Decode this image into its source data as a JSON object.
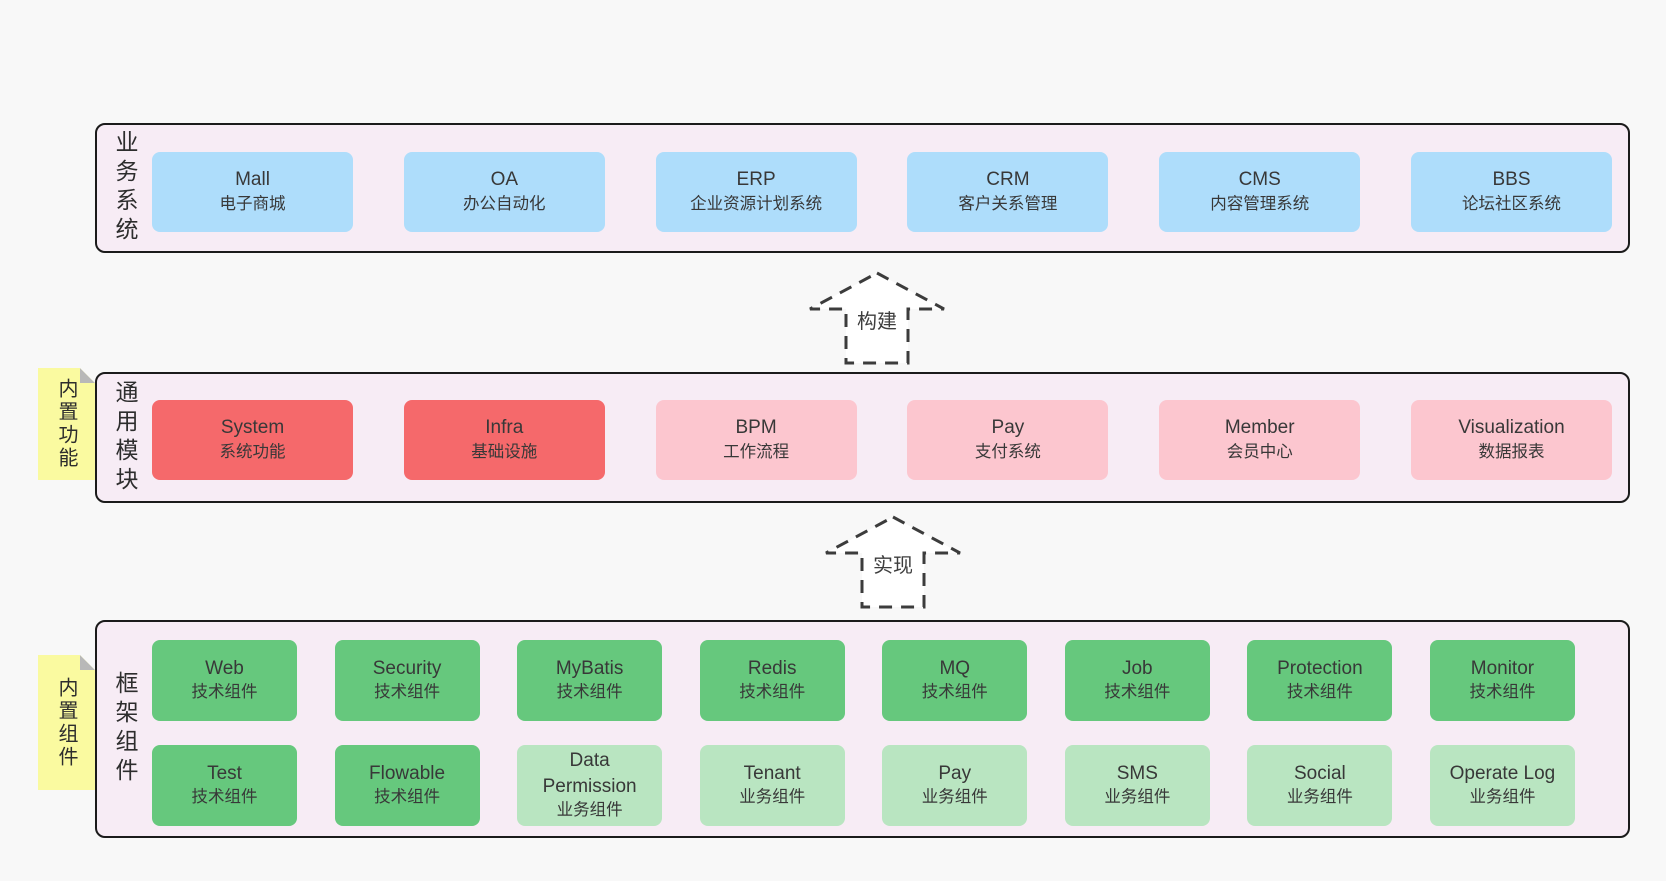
{
  "colors": {
    "page_bg": "#f8f8f8",
    "panel_bg": "#f7ecf5",
    "panel_border": "#1b1b1b",
    "blue_box": "#aeddfb",
    "red_box": "#f5696b",
    "pink_box": "#fcc6cf",
    "green_box": "#66c87d",
    "light_green_box": "#b9e5c1",
    "sticky_yellow": "#fafaa0",
    "sticky_fold_gray": "#b8b8b8",
    "text": "#383838"
  },
  "arrows": {
    "build": "构建",
    "implement": "实现"
  },
  "sections": {
    "business": {
      "label": "业务系统",
      "boxes": [
        {
          "name": "Mall",
          "desc": "电子商城"
        },
        {
          "name": "OA",
          "desc": "办公自动化"
        },
        {
          "name": "ERP",
          "desc": "企业资源计划系统"
        },
        {
          "name": "CRM",
          "desc": "客户关系管理"
        },
        {
          "name": "CMS",
          "desc": "内容管理系统"
        },
        {
          "name": "BBS",
          "desc": "论坛社区系统"
        }
      ]
    },
    "modules": {
      "label": "通用模块",
      "tab": "内置功能",
      "boxes": [
        {
          "name": "System",
          "desc": "系统功能",
          "variant": "red"
        },
        {
          "name": "Infra",
          "desc": "基础设施",
          "variant": "red"
        },
        {
          "name": "BPM",
          "desc": "工作流程",
          "variant": "pink"
        },
        {
          "name": "Pay",
          "desc": "支付系统",
          "variant": "pink"
        },
        {
          "name": "Member",
          "desc": "会员中心",
          "variant": "pink"
        },
        {
          "name": "Visualization",
          "desc": "数据报表",
          "variant": "pink"
        }
      ]
    },
    "framework": {
      "label": "框架组件",
      "tab": "内置组件",
      "rows": [
        [
          {
            "name": "Web",
            "desc": "技术组件",
            "variant": "green"
          },
          {
            "name": "Security",
            "desc": "技术组件",
            "variant": "green"
          },
          {
            "name": "MyBatis",
            "desc": "技术组件",
            "variant": "green"
          },
          {
            "name": "Redis",
            "desc": "技术组件",
            "variant": "green"
          },
          {
            "name": "MQ",
            "desc": "技术组件",
            "variant": "green"
          },
          {
            "name": "Job",
            "desc": "技术组件",
            "variant": "green"
          },
          {
            "name": "Protection",
            "desc": "技术组件",
            "variant": "green"
          },
          {
            "name": "Monitor",
            "desc": "技术组件",
            "variant": "green"
          }
        ],
        [
          {
            "name": "Test",
            "desc": "技术组件",
            "variant": "green"
          },
          {
            "name": "Flowable",
            "desc": "技术组件",
            "variant": "green"
          },
          {
            "name": "Data Permission",
            "desc": "业务组件",
            "variant": "lightgreen"
          },
          {
            "name": "Tenant",
            "desc": "业务组件",
            "variant": "lightgreen"
          },
          {
            "name": "Pay",
            "desc": "业务组件",
            "variant": "lightgreen"
          },
          {
            "name": "SMS",
            "desc": "业务组件",
            "variant": "lightgreen"
          },
          {
            "name": "Social",
            "desc": "业务组件",
            "variant": "lightgreen"
          },
          {
            "name": "Operate Log",
            "desc": "业务组件",
            "variant": "lightgreen"
          }
        ]
      ]
    }
  }
}
